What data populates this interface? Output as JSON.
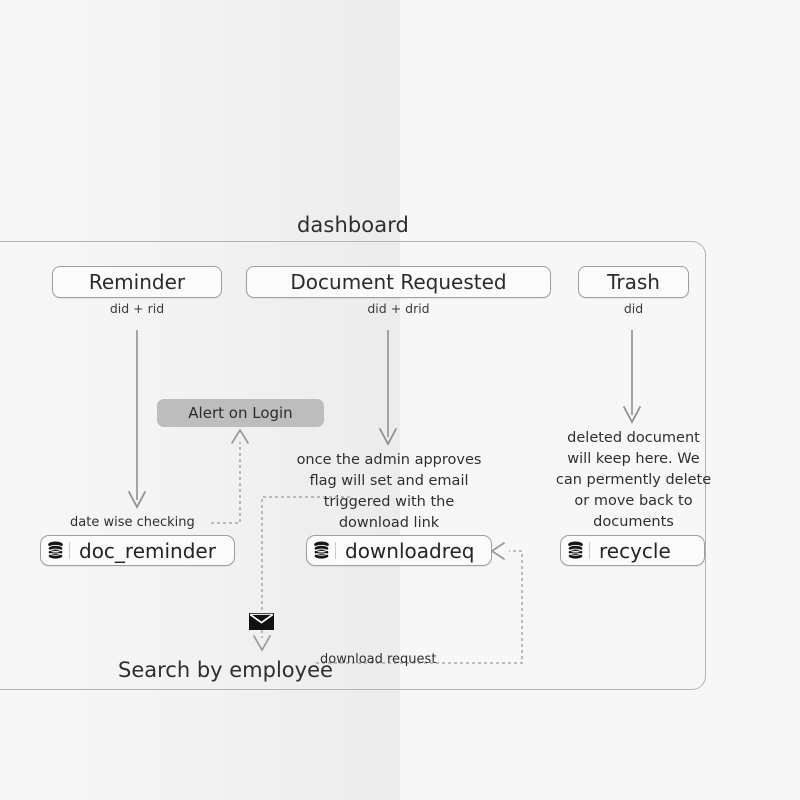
{
  "diagram": {
    "title": "dashboard",
    "bottom_label": "Search by employee",
    "frame_color": "#b4b4b4",
    "arrow_color": "#8f8f8f",
    "dash_color": "#9a9a9a",
    "accent_pill_color": "#bdbdbd",
    "background_color": "#f7f7f7"
  },
  "nodes": {
    "reminder": {
      "label": "Reminder",
      "key_caption": "did + rid"
    },
    "document_requested": {
      "label": "Document Requested",
      "key_caption": "did + drid"
    },
    "trash": {
      "label": "Trash",
      "key_caption": "did"
    },
    "alert_on_login": {
      "label": "Alert on Login"
    },
    "doc_reminder": {
      "label": "doc_reminder",
      "icon": "database-icon"
    },
    "downloadreq": {
      "label": "downloadreq",
      "icon": "database-icon"
    },
    "recycle": {
      "label": "recycle",
      "icon": "database-icon"
    }
  },
  "notes": {
    "document_requested_note": "once the admin approves flag will set and email triggered with the download link",
    "trash_note": "deleted document will keep here. We can permently delete or move back to documents"
  },
  "edge_labels": {
    "date_wise_checking": "date wise checking",
    "download_request": "download request"
  },
  "icons": {
    "database": "database-icon",
    "envelope": "envelope-icon"
  }
}
